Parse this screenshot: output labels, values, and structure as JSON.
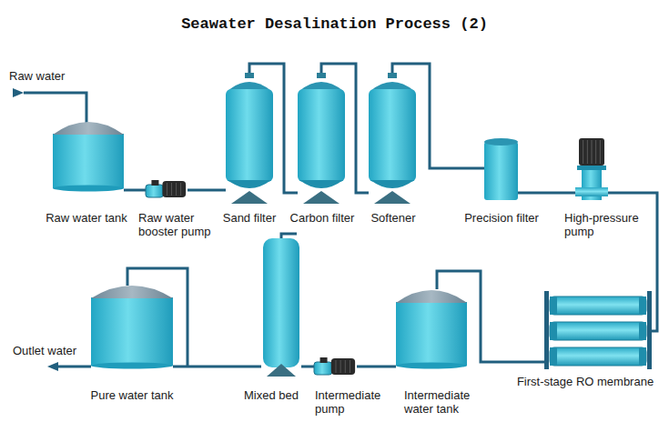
{
  "diagram": {
    "title": "Seawater Desalination Process (2)",
    "nodes": [
      {
        "text": [
          "Raw water tank"
        ]
      },
      {
        "text": [
          "Raw water booster pump"
        ]
      },
      {
        "text": [
          "Sand filter"
        ]
      },
      {
        "text": [
          "Carbon filter"
        ]
      },
      {
        "text": [
          "Softener"
        ]
      },
      {
        "text": [
          "Precision filter"
        ]
      },
      {
        "text": [
          "High-pressure pump"
        ]
      },
      {
        "text": [
          "Pure water tank"
        ]
      },
      {
        "text": [
          "Mixed bed"
        ]
      },
      {
        "text": [
          "Intermediate pump"
        ]
      },
      {
        "text": [
          "Intermediate water tank"
        ]
      },
      {
        "text": [
          "First-stage RO membrane"
        ]
      }
    ],
    "edges": [
      {
        "from": 0,
        "to": 1,
        "arrow": "none"
      },
      {
        "from": 1,
        "to": 2,
        "arrow": "none"
      },
      {
        "from": 2,
        "to": 3,
        "arrow": "none"
      },
      {
        "from": 3,
        "to": 4,
        "arrow": "none"
      },
      {
        "from": 4,
        "to": 5,
        "arrow": "none"
      },
      {
        "from": 5,
        "to": 6,
        "arrow": "none"
      },
      {
        "from": 6,
        "to": 11,
        "arrow": "none"
      },
      {
        "from": 11,
        "to": 10,
        "arrow": "none"
      },
      {
        "from": 10,
        "to": 9,
        "arrow": "none"
      },
      {
        "from": 9,
        "to": 8,
        "arrow": "none"
      },
      {
        "from": 8,
        "to": 7,
        "arrow": "none"
      }
    ],
    "labels": [
      "Raw water",
      "Outlet water"
    ]
  }
}
